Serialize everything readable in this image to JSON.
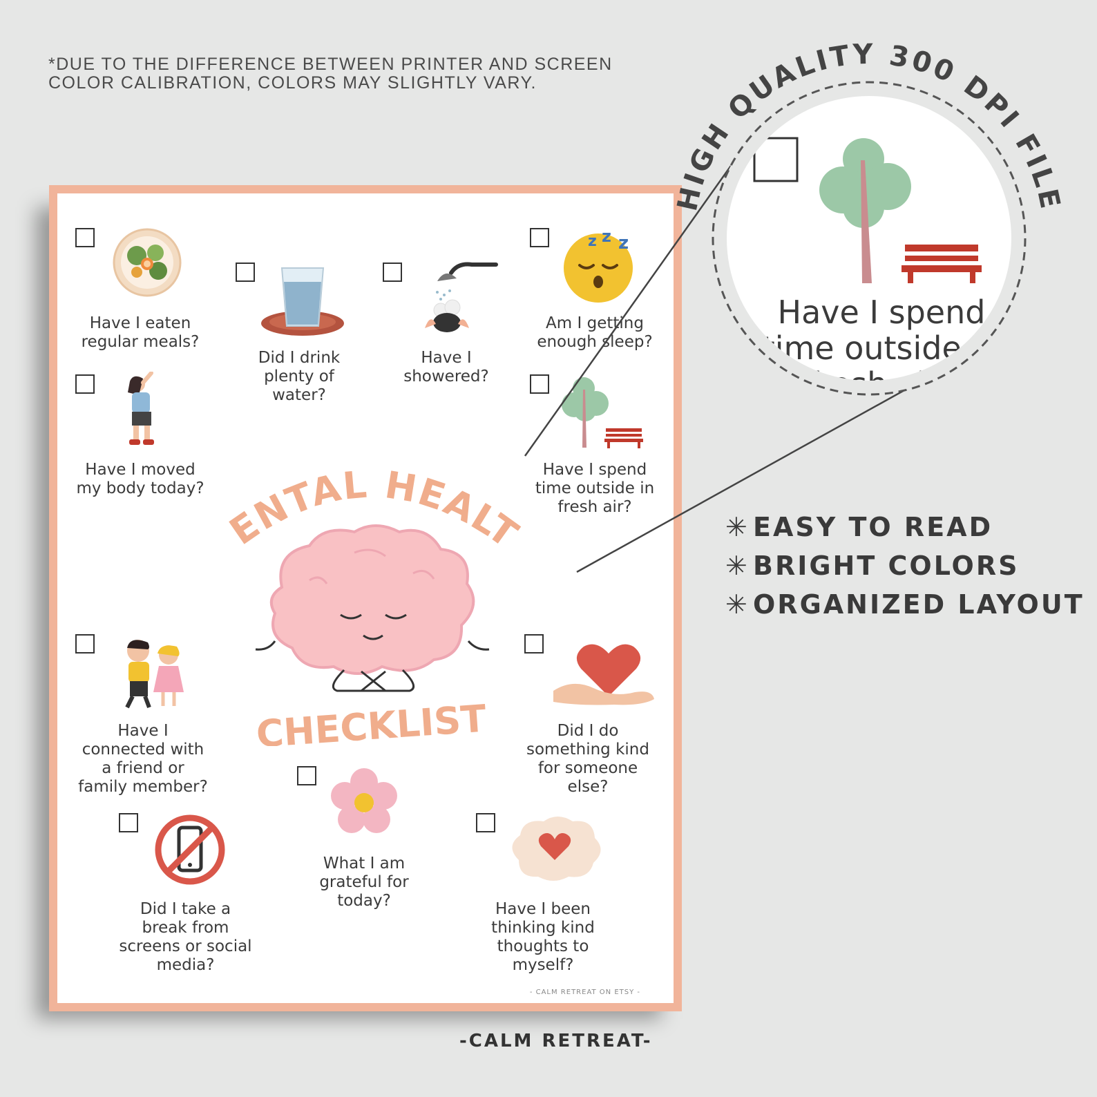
{
  "disclaimer": {
    "line1": "*DUE TO THE DIFFERENCE BETWEEN PRINTER AND SCREEN",
    "line2": "COLOR CALIBRATION, COLORS MAY SLIGHTLY VARY."
  },
  "poster": {
    "title_top": "MENTAL HEALTH",
    "title_bottom": "CHECKLIST",
    "credit": "- CALM RETREAT ON ETSY -",
    "items": [
      {
        "lines": [
          "Have I eaten",
          "regular meals?"
        ],
        "icon": "salad-plate-icon"
      },
      {
        "lines": [
          "Did I drink",
          "plenty of",
          "water?"
        ],
        "icon": "water-glass-icon"
      },
      {
        "lines": [
          "Have I",
          "showered?"
        ],
        "icon": "shower-icon"
      },
      {
        "lines": [
          "Am I getting",
          "enough sleep?"
        ],
        "icon": "sleeping-face-icon"
      },
      {
        "lines": [
          "Have I moved",
          "my body today?"
        ],
        "icon": "stretching-person-icon"
      },
      {
        "lines": [
          "Have I spend",
          "time outside in",
          "fresh air?"
        ],
        "icon": "tree-bench-icon"
      },
      {
        "lines": [
          "Have I",
          "connected with",
          "a friend or",
          "family member?"
        ],
        "icon": "two-kids-icon"
      },
      {
        "lines": [
          "Did I do",
          "something kind",
          "for someone",
          "else?"
        ],
        "icon": "heart-in-hand-icon"
      },
      {
        "lines": [
          "What I am",
          "grateful for",
          "today?"
        ],
        "icon": "flower-icon"
      },
      {
        "lines": [
          "Did I take a",
          "break from",
          "screens or social",
          "media?"
        ],
        "icon": "no-phone-icon"
      },
      {
        "lines": [
          "Have I been",
          "thinking kind",
          "thoughts to",
          "myself?"
        ],
        "icon": "heart-cloud-icon"
      }
    ]
  },
  "zoom": {
    "arc_text": "HIGH QUALITY 300 DPI FILE",
    "line1": "Have I spend",
    "line2": "time outside in",
    "line3": "fresh air?"
  },
  "features": {
    "star": "✳",
    "items": [
      "EASY TO READ",
      "BRIGHT COLORS",
      "ORGANIZED LAYOUT"
    ]
  },
  "brand": "-CALM RETREAT-",
  "colors": {
    "background": "#e6e7e6",
    "poster_border": "#f1b49a",
    "title": "#f0ad8c",
    "brain": "#f9c1c4"
  }
}
